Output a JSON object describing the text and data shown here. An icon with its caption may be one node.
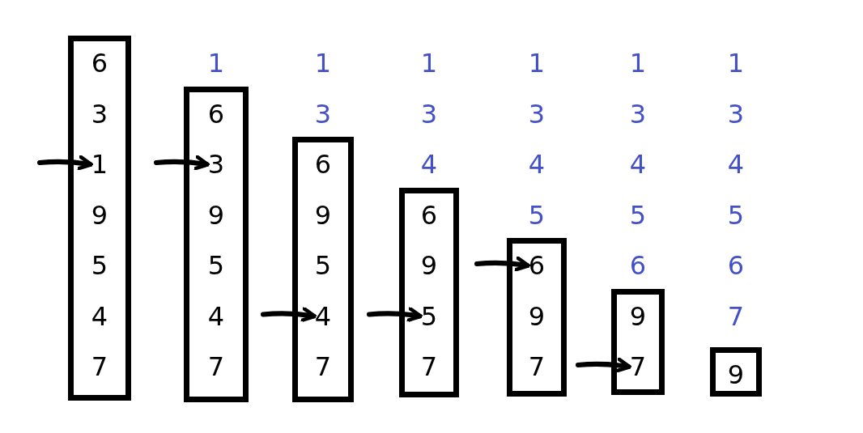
{
  "diagram": {
    "nodes": [
      {
        "text": [],
        "shape": "box"
      },
      {
        "text": [
          "6"
        ],
        "in": 0
      },
      {
        "text": [
          "3"
        ],
        "in": 0
      },
      {
        "text": [
          "1"
        ],
        "in": 0
      },
      {
        "text": [
          "9"
        ],
        "in": 0
      },
      {
        "text": [
          "5"
        ],
        "in": 0
      },
      {
        "text": [
          "4"
        ],
        "in": 0
      },
      {
        "text": [
          "7"
        ],
        "in": 0
      },
      {
        "text": [],
        "shape": "box"
      },
      {
        "text": [
          "6"
        ],
        "in": 8
      },
      {
        "text": [
          "3"
        ],
        "in": 8
      },
      {
        "text": [
          "9"
        ],
        "in": 8
      },
      {
        "text": [
          "5"
        ],
        "in": 8
      },
      {
        "text": [
          "4"
        ],
        "in": 8
      },
      {
        "text": [
          "7"
        ],
        "in": 8
      },
      {
        "text": [],
        "shape": "box"
      },
      {
        "text": [
          "6"
        ],
        "in": 15
      },
      {
        "text": [
          "9"
        ],
        "in": 15
      },
      {
        "text": [
          "5"
        ],
        "in": 15
      },
      {
        "text": [
          "4"
        ],
        "in": 15
      },
      {
        "text": [
          "7"
        ],
        "in": 15
      },
      {
        "text": [],
        "shape": "box"
      },
      {
        "text": [
          "6"
        ],
        "in": 21
      },
      {
        "text": [
          "9"
        ],
        "in": 21
      },
      {
        "text": [
          "5"
        ],
        "in": 21
      },
      {
        "text": [
          "7"
        ],
        "in": 21
      },
      {
        "text": [],
        "shape": "box"
      },
      {
        "text": [
          "6"
        ],
        "in": 26
      },
      {
        "text": [
          "9"
        ],
        "in": 26
      },
      {
        "text": [
          "7"
        ],
        "in": 26
      },
      {
        "text": [],
        "shape": "box"
      },
      {
        "text": [
          "9"
        ],
        "in": 30
      },
      {
        "text": [
          "7"
        ],
        "in": 30
      },
      {
        "text": [],
        "shape": "box"
      },
      {
        "text": [
          "9"
        ],
        "in": 33
      }
    ],
    "edges": [
      {
        "from": null,
        "to": 3,
        "arrow": "to"
      },
      {
        "from": null,
        "to": 10,
        "arrow": "to"
      },
      {
        "from": null,
        "to": 19,
        "arrow": "to"
      },
      {
        "from": null,
        "to": 24,
        "arrow": "to"
      },
      {
        "from": null,
        "to": 27,
        "arrow": "to"
      },
      {
        "from": null,
        "to": 32,
        "arrow": "to"
      }
    ],
    "labels": [
      "1",
      "1",
      "3",
      "1",
      "3",
      "4",
      "1",
      "3",
      "4",
      "5",
      "1",
      "3",
      "4",
      "5",
      "6",
      "1",
      "3",
      "4",
      "5",
      "6",
      "7"
    ]
  }
}
